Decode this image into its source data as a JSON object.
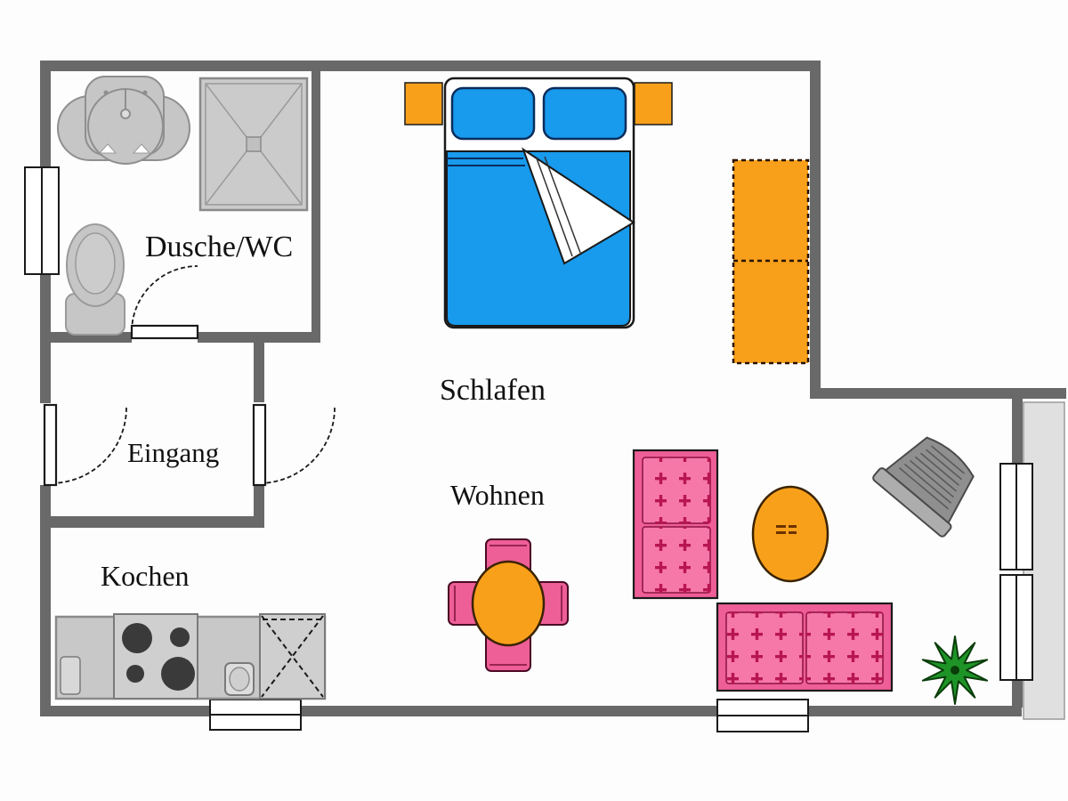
{
  "document": {
    "type": "apartment-floor-plan",
    "language": "de"
  },
  "rooms": {
    "bathroom": {
      "label": "Dusche/WC"
    },
    "entrance": {
      "label": "Eingang"
    },
    "kitchen": {
      "label": "Kochen"
    },
    "bedroom": {
      "label": "Schlafen"
    },
    "living": {
      "label": "Wohnen"
    }
  },
  "colors": {
    "wall_gray": "#696969",
    "fixture_gray_fill": "#c6c6c6",
    "fixture_gray_stroke": "#8f8f8f",
    "bed_blue": "#189aed",
    "accent_orange": "#f9a01b",
    "sofa_pink": "#ee5e97",
    "cushion_pink": "#f678a9",
    "cushion_pattern_crimson": "#b81650",
    "plant_green": "#1e9427",
    "balcony_gray": "#e0e0e0",
    "label_black": "#111111"
  },
  "furniture_icons": [
    "washbasin-icon",
    "shower-icon",
    "toilet-icon",
    "double-bed-icon",
    "pillow-icon",
    "nightstand-icon",
    "wardrobe-icon",
    "kitchen-counter-icon",
    "stove-icon",
    "kitchen-sink-icon",
    "dishwasher-icon",
    "dining-table-icon",
    "chair-icon",
    "sofa-icon",
    "coffee-table-icon",
    "tv-icon",
    "plant-icon",
    "window-icon",
    "door-icon",
    "balcony-icon"
  ]
}
